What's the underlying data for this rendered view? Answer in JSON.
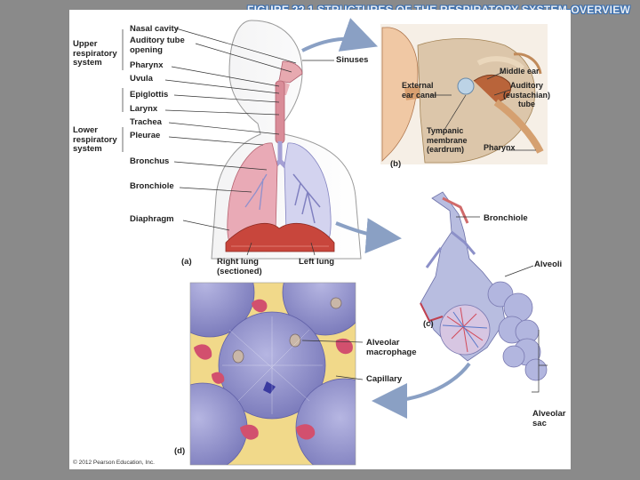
{
  "slide": {
    "figure_number": "FIGURE 22.1",
    "figure_title": "STRUCTURES OF THE RESPIRATORY SYSTEM-OVERVIEW"
  },
  "panel_a": {
    "tag": "(a)",
    "groups": {
      "upper": "Upper\nrespiratory\nsystem",
      "lower": "Lower\nrespiratory\nsystem"
    },
    "labels": {
      "nasal_cavity": "Nasal cavity",
      "auditory_tube_opening": "Auditory tube\nopening",
      "pharynx": "Pharynx",
      "uvula": "Uvula",
      "epiglottis": "Epiglottis",
      "larynx": "Larynx",
      "trachea": "Trachea",
      "pleurae": "Pleurae",
      "bronchus": "Bronchus",
      "bronchiole": "Bronchiole",
      "diaphragm": "Diaphragm",
      "sinuses": "Sinuses",
      "right_lung": "Right lung\n(sectioned)",
      "left_lung": "Left lung"
    }
  },
  "panel_b": {
    "tag": "(b)",
    "labels": {
      "external_ear_canal": "External\near canal",
      "middle_ear": "Middle ear",
      "auditory_tube": "Auditory\n(eustachian)\ntube",
      "tympanic_membrane": "Tympanic\nmembrane\n(eardrum)",
      "pharynx": "Pharynx"
    }
  },
  "panel_c": {
    "tag": "(c)",
    "labels": {
      "bronchiole": "Bronchiole",
      "alveoli": "Alveoli",
      "alveolar_sac": "Alveolar\nsac"
    }
  },
  "panel_d": {
    "tag": "(d)",
    "labels": {
      "alveolar_macrophage": "Alveolar\nmacrophage",
      "capillary": "Capillary"
    }
  },
  "copyright": "© 2012 Pearson Education, Inc.",
  "colors": {
    "background": "#8a8a8a",
    "title": "#e9edf2",
    "title_outline": "#3c70b0",
    "lung": "#e9aab6",
    "alveolus": "#9a9ad0",
    "capillary": "#d2506e",
    "arrow": "#8aa0c4"
  }
}
